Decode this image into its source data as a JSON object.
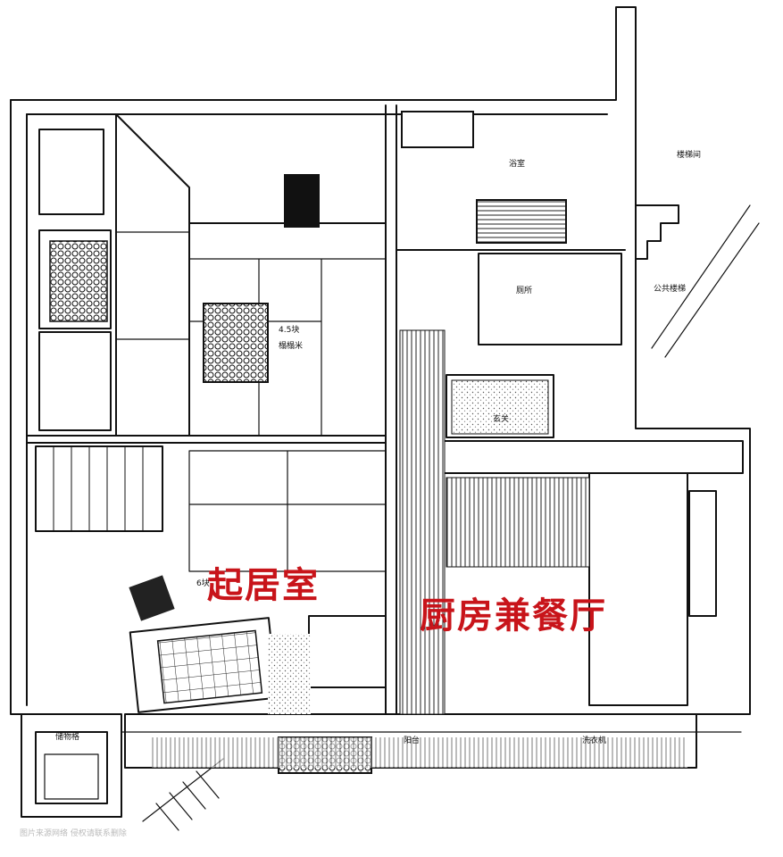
{
  "labels": {
    "living_room": "起居室",
    "kitchen_dining": "厨房兼餐厅",
    "bathroom": "浴室",
    "toilet": "厕所",
    "stairwell": "楼梯间",
    "public_stairs": "公共楼梯",
    "entrance": "玄关",
    "tatami_room_size": "4.5块",
    "tatami_room_note": "榻榻米",
    "living_room_size": "6块",
    "storage": "储物格",
    "balcony": "阳台",
    "washing_machine": "洗衣机"
  },
  "watermark": "图片来源网络 侵权请联系删除",
  "colors": {
    "title_red": "#c8141a",
    "line": "#111111",
    "paper": "#ffffff"
  }
}
